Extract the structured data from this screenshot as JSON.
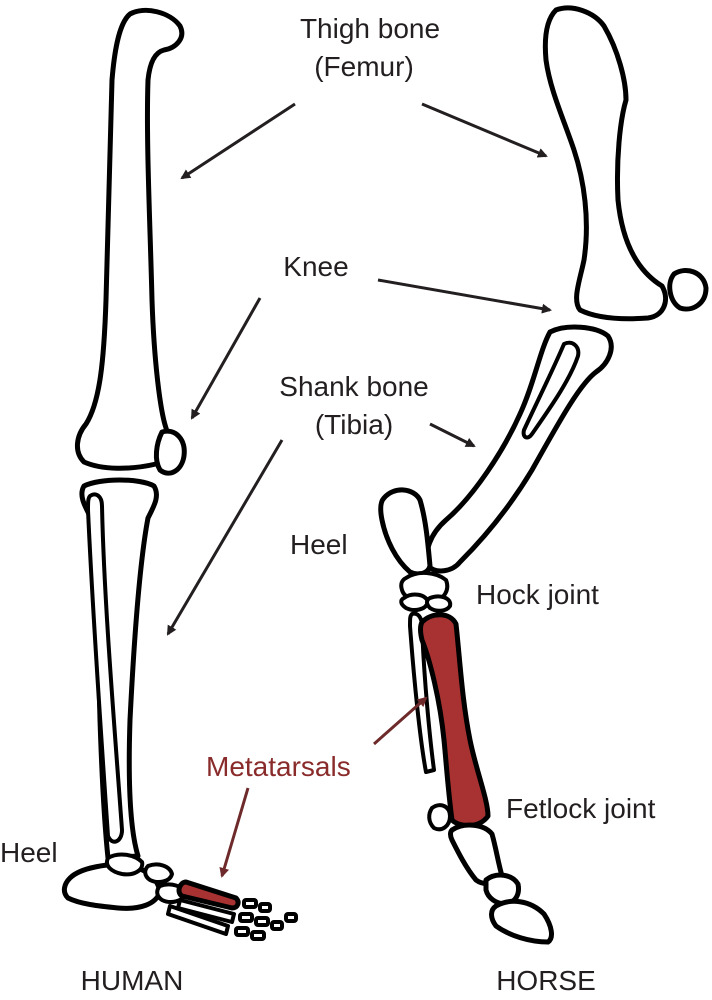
{
  "labels": {
    "thigh_bone": "Thigh bone",
    "femur": "(Femur)",
    "knee": "Knee",
    "shank_bone": "Shank bone",
    "tibia": "(Tibia)",
    "heel_horse": "Heel",
    "hock_joint": "Hock joint",
    "metatarsals": "Metatarsals",
    "fetlock_joint": "Fetlock joint",
    "heel_human": "Heel",
    "human": "HUMAN",
    "horse": "HORSE"
  },
  "colors": {
    "outline": "#000000",
    "text": "#231f20",
    "metatarsal_fill": "#a83232",
    "metatarsal_label": "#8a2b2b",
    "metatarsal_arrow": "#6e2a2a"
  }
}
